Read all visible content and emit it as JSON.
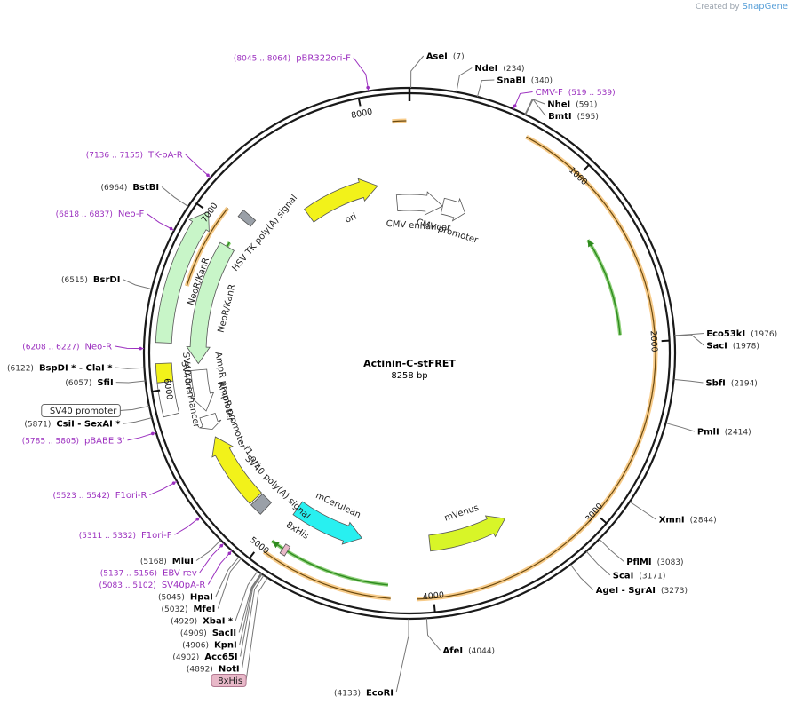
{
  "credit": {
    "prefix": "Created by",
    "brand": "SnapGene"
  },
  "plasmid": {
    "name": "Actinin-C-stFRET",
    "size_label": "8258 bp",
    "length": 8258
  },
  "colors": {
    "backbone": "#1a1a1a",
    "primer": "#9b2fbf",
    "orange_feature": "#f0a028",
    "green_arrow": "#2e8b1e",
    "ori": "#f2f21a",
    "neo": "#c8f5c8",
    "mcerulean": "#28f0f0",
    "mvenus": "#d8f528",
    "grey_feature": "#9aa0a8",
    "his_tag": "#e8b8c8"
  },
  "ticks": [
    {
      "pos": 1000,
      "label": "1000"
    },
    {
      "pos": 2000,
      "label": "2000"
    },
    {
      "pos": 3000,
      "label": "3000"
    },
    {
      "pos": 4000,
      "label": "4000"
    },
    {
      "pos": 5000,
      "label": "5000"
    },
    {
      "pos": 6000,
      "label": "6000"
    },
    {
      "pos": 7000,
      "label": "7000"
    },
    {
      "pos": 8000,
      "label": "8000"
    }
  ],
  "enzymes": [
    {
      "name": "AseI",
      "pos": "(7)",
      "site": 7
    },
    {
      "name": "NdeI",
      "pos": "(234)",
      "site": 234
    },
    {
      "name": "SnaBI",
      "pos": "(340)",
      "site": 340
    },
    {
      "name": "NheI",
      "pos": "(591)",
      "site": 591
    },
    {
      "name": "BmtI",
      "pos": "(595)",
      "site": 595
    },
    {
      "name": "Eco53kI",
      "pos": "(1976)",
      "site": 1976
    },
    {
      "name": "SacI",
      "pos": "(1978)",
      "site": 1978
    },
    {
      "name": "SbfI",
      "pos": "(2194)",
      "site": 2194
    },
    {
      "name": "PmlI",
      "pos": "(2414)",
      "site": 2414
    },
    {
      "name": "XmnI",
      "pos": "(2844)",
      "site": 2844
    },
    {
      "name": "PflMI",
      "pos": "(3083)",
      "site": 3083
    },
    {
      "name": "ScaI",
      "pos": "(3171)",
      "site": 3171
    },
    {
      "name": "AgeI  - SgrAI",
      "pos": "(3273)",
      "site": 3273
    },
    {
      "name": "AfeI",
      "pos": "(4044)",
      "site": 4044
    },
    {
      "name": "EcoRI",
      "pos": "(4133)",
      "site": 4133
    },
    {
      "name": "NotI",
      "pos": "(4892)",
      "site": 4892
    },
    {
      "name": "Acc65I",
      "pos": "(4902)",
      "site": 4902
    },
    {
      "name": "KpnI",
      "pos": "(4906)",
      "site": 4906
    },
    {
      "name": "SacII",
      "pos": "(4909)",
      "site": 4909
    },
    {
      "name": "XbaI *",
      "pos": "(4929)",
      "site": 4929
    },
    {
      "name": "MfeI",
      "pos": "(5032)",
      "site": 5032
    },
    {
      "name": "HpaI",
      "pos": "(5045)",
      "site": 5045
    },
    {
      "name": "MluI",
      "pos": "(5168)",
      "site": 5168
    },
    {
      "name": "CsiI  - SexAI *",
      "pos": "(5871)",
      "site": 5871
    },
    {
      "name": "SfiI",
      "pos": "(6057)",
      "site": 6057
    },
    {
      "name": "BspDI *  - ClaI *",
      "pos": "(6122)",
      "site": 6122
    },
    {
      "name": "BsrDI",
      "pos": "(6515)",
      "site": 6515
    },
    {
      "name": "BstBI",
      "pos": "(6964)",
      "site": 6964
    }
  ],
  "primers": [
    {
      "name": "pBR322ori-F",
      "range": "(8045 .. 8064)",
      "site": 8054
    },
    {
      "name": "CMV-F",
      "range": "(519 .. 539)",
      "site": 529
    },
    {
      "name": "TK-pA-R",
      "range": "(7136 .. 7155)",
      "site": 7145
    },
    {
      "name": "Neo-F",
      "range": "(6818 .. 6837)",
      "site": 6827
    },
    {
      "name": "Neo-R",
      "range": "(6208 .. 6227)",
      "site": 6217
    },
    {
      "name": "pBABE 3'",
      "range": "(5785 .. 5805)",
      "site": 5795
    },
    {
      "name": "F1ori-R",
      "range": "(5523 .. 5542)",
      "site": 5532
    },
    {
      "name": "F1ori-F",
      "range": "(5311 .. 5332)",
      "site": 5321
    },
    {
      "name": "EBV-rev",
      "range": "(5137 .. 5156)",
      "site": 5146
    },
    {
      "name": "SV40pA-R",
      "range": "(5083 .. 5102)",
      "site": 5092
    }
  ],
  "boxed_features": [
    {
      "name": "SV40 promoter",
      "site": 5930
    },
    {
      "name": "8xHis",
      "site": 4870
    }
  ],
  "features": [
    {
      "name": "CMV enhancer",
      "start": 8150,
      "end": 290,
      "ring": 5,
      "kind": "open-arrow",
      "dir": 1
    },
    {
      "name": "CMV promoter",
      "start": 291,
      "end": 495,
      "ring": 5,
      "kind": "open-arrow",
      "dir": 1
    },
    {
      "name": "ori",
      "start": 7430,
      "end": 8010,
      "ring": 4,
      "kind": "arrow",
      "dir": 1,
      "fill": "ori"
    },
    {
      "name": "HSV TK poly(A) signal",
      "start": 7080,
      "end": 7130,
      "ring": 2,
      "kind": "box"
    },
    {
      "name": "NeoR/KanR",
      "start": 6130,
      "end": 6890,
      "ring": 2,
      "kind": "arrow",
      "dir": -1,
      "fill": "neo"
    },
    {
      "name": "NeoR/KanR",
      "start": 6250,
      "end": 7000,
      "ring": 0,
      "kind": "arrow",
      "dir": 1,
      "fill": "neo"
    },
    {
      "name": "SV40 ori",
      "start": 6040,
      "end": 6140,
      "ring": 0,
      "kind": "box",
      "fill": "ori"
    },
    {
      "name": "SV40 enhancer",
      "start": 5860,
      "end": 6040,
      "ring": 0,
      "kind": "box-open"
    },
    {
      "name": "AmpR promoter",
      "start": 5830,
      "end": 6090,
      "ring": 2,
      "kind": "open-arrow",
      "dir": -1
    },
    {
      "name": "AmpR promoter",
      "start": 5710,
      "end": 5800,
      "ring": 2,
      "kind": "open-arrow",
      "dir": -1
    },
    {
      "name": "f1 ori",
      "start": 5200,
      "end": 5660,
      "ring": 2,
      "kind": "arrow",
      "dir": 1,
      "fill": "ori"
    },
    {
      "name": "SV40 poly(A) signal",
      "start": 5110,
      "end": 5190,
      "ring": 2,
      "kind": "box"
    },
    {
      "name": "mCerulean",
      "start": 4460,
      "end": 4950,
      "ring": 3,
      "kind": "arrow",
      "dir": -1,
      "fill": "mcerulean"
    },
    {
      "name": "mVenus",
      "start": 3440,
      "end": 3990,
      "ring": 3,
      "kind": "arrow",
      "dir": -1,
      "fill": "mvenus"
    },
    {
      "name": "8xHis",
      "start": 4855,
      "end": 4885,
      "ring": 1,
      "kind": "tag"
    }
  ],
  "orfs": [
    {
      "start": 650,
      "end": 4090,
      "ring": 0,
      "dir": 1
    },
    {
      "start": 4230,
      "end": 4960,
      "ring": 0,
      "dir": 1
    },
    {
      "start": 6580,
      "end": 7080,
      "ring": 1,
      "dir": 1
    },
    {
      "start": 8160,
      "end": 8240,
      "ring": 1,
      "dir": 1
    }
  ],
  "green_arrows": [
    {
      "start": 1320,
      "end": 1950,
      "ring": 2,
      "dir": -1
    },
    {
      "start": 4250,
      "end": 4960,
      "ring": 1,
      "dir": 1
    },
    {
      "start": 6400,
      "end": 6920,
      "ring": 2,
      "dir": -1
    }
  ]
}
